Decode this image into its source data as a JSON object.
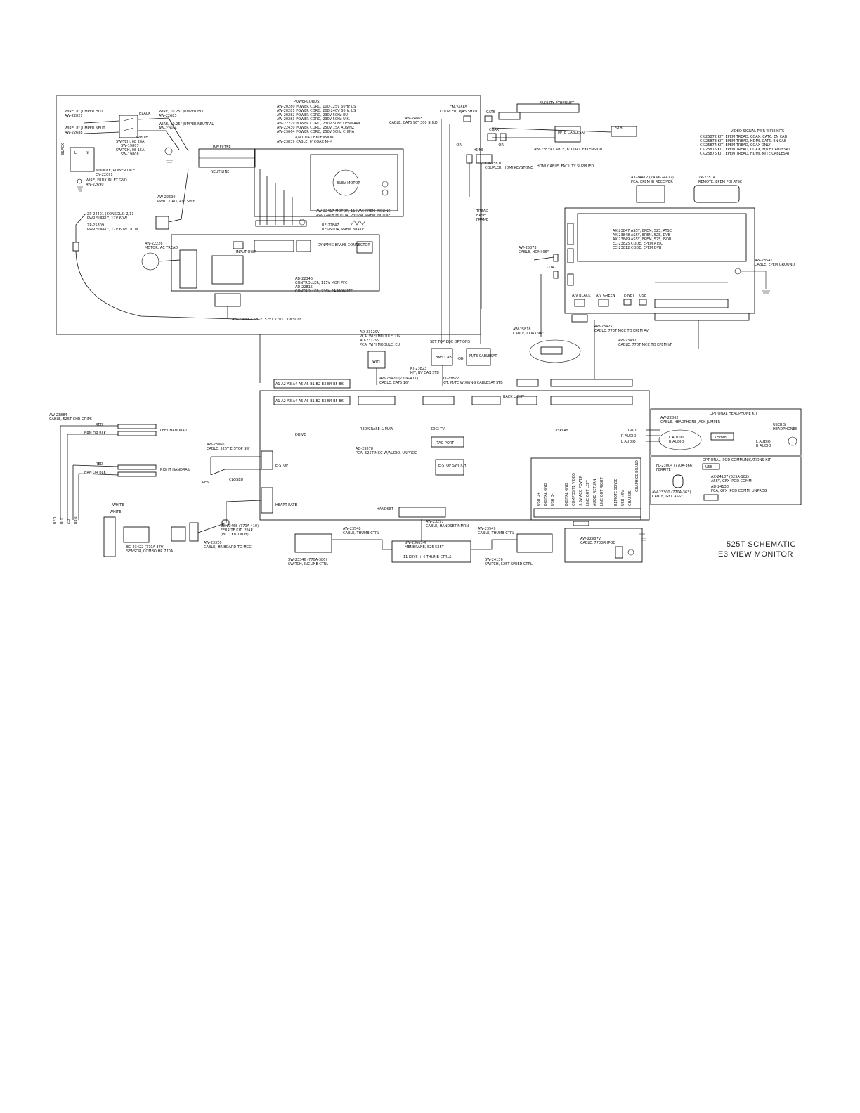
{
  "title": {
    "line1": "525T SCHEMATIC",
    "line2": "E3 VIEW MONITOR"
  },
  "powercords": {
    "heading": "POWERCORDS:",
    "items": [
      "AW-20280 POWER CORD, 100-125V 60Hz US",
      "AW-20281 POWER CORD, 208-240V 60Hz US",
      "AW-20282 POWER CORD, 230V 50Hz EU",
      "AW-20283 POWER CORD, 230V 50Hz U.K.",
      "AW-22229 POWER CORD, 230V 50Hz DENMARK",
      "AW-22430 POWER CORD, 250V 15A AUS/NZ",
      "AW-23664 POWER CORD, 250V 50Hz CHINA"
    ],
    "av_coax_heading": "A/V COAX EXTENSION",
    "av_coax_item": "AW-23839 CABLE, 6' COAX M-M"
  },
  "power_section": {
    "jumper_hot": [
      "WIRE, 8\" JUMPER HOT",
      "AW-22827"
    ],
    "jumper_neut": [
      "WIRE, 8\" JUMPER NEUT",
      "AW-22688"
    ],
    "jumper_hot_10": [
      "WIRE, 10.25\" JUMPER HOT",
      "AW-22683"
    ],
    "jumper_neutral_10": [
      "WIRE, 10.25\" JUMPER NEUTRAL",
      "AW-22684"
    ],
    "black": "BLACK",
    "white": "WHITE",
    "switch": [
      "SWITCH, 08 20A",
      "SW-19807",
      "SWITCH, 08 15A",
      "SW-19808"
    ],
    "module": [
      "MODULE, POWER INLET",
      "EN-22091"
    ],
    "inlet_gnd": [
      "WIRE, FRDX INLET GND",
      "AW-22690"
    ],
    "line_filter": "LINE FILTER",
    "neut_line": "NEUT LINE",
    "pwr_cord": [
      "AW-22690",
      "PWR CORD, ALS SPLY"
    ],
    "pwr_supply": [
      "ZP-24401 (CONSOLE) 2/11",
      "PWR SUPPLY, 12V 60W",
      "ZP-25809",
      "PWR SUPPLY, 12V 60W LIC M"
    ]
  },
  "motor_section": {
    "motor_tread": [
      "AW-22226",
      "MOTOR, AC TREAD"
    ],
    "elev_motor": "ELEV MOTOR",
    "incline_motors": [
      "AW-22417 MOTOR, 115VAC PREM INCLINE",
      "AW-22418 MOTOR, 230VAC PREM INCLINE"
    ],
    "resistor": [
      "RE-22847",
      "RESISTOR, PREM BRAKE"
    ],
    "input_label": "INPUT OWR",
    "dynamic_brake": "DYNAMIC BRAKE CONNECTOR",
    "controller": [
      "AD-22346",
      "CONTROLLER, 115V MON PFC",
      "AD-22815",
      "CONTROLLER, 230V 2A MON PFC"
    ],
    "console_cable": "AW-23666  CABLE, 525T 7701 CONSOLE"
  },
  "av_section": {
    "coupler_rj45": [
      "CN-24865",
      "COUPLER, RJ45 SHLD"
    ],
    "cable_cat6": [
      "AW-24865",
      "CABLE, CAT6 96\" 300 SHLD"
    ],
    "facility_ethernet": "FACILITY ETHERNET",
    "coax": "COAX",
    "hdmi": "HDMI",
    "or": "- OR -",
    "mte_cablesat": "M/TE CABLESAT",
    "stb": "STB",
    "coax_ext": "AW-23839 CABLE, 6' COAX EXTENSION",
    "hdmi_facility": "HDMI CABLE, FACILITY SUPPLIED",
    "coupler_hdmi": [
      "CN-25810",
      "COUPLER, HDMI KEYSTONE"
    ],
    "tread_frame": [
      "TREAD",
      "BASE",
      "FRAME"
    ]
  },
  "kits": {
    "heading": "VIDEO SIGNAL PWR WIRE KITS",
    "items": [
      "CK-25872 KIT, EPEM TREAD, COAX, CAT6, EN CAB",
      "CK-25873 KIT, EPEM TREAD, HDMI, CAT6, EN CAB",
      "CK-25874 KIT, EPEM TREAD, COAX ONLY",
      "CK-25875 KIT, EPEM TREAD, COAX, M/TE CABLESAT",
      "CK-25876 KIT, EPEM TREAD, HDMI, M/TE CABLESAT"
    ]
  },
  "receiver": [
    "AX-24412 (7AAX-24412)",
    "PCA, EPEM IR RECEIVER"
  ],
  "remote": [
    "ZP-23514",
    "REMOTE, EPEM POI ATSC"
  ],
  "epem_board": {
    "items": [
      "AX-23847 ASSY, EPEM, 525, ATSC",
      "AX-23848 ASSY, EPEM, 525, DVB",
      "AX-23849 ASSY, EPEM, 525, ISDB",
      "EC-23825 CODE, EPEM ATSC",
      "EC-23812 CODE, EPEM DVB"
    ],
    "ports": [
      "A/V BLACK",
      "A/V GREEN",
      "E-NET",
      "USB"
    ],
    "hdmi_cable": [
      "AW-25873",
      "CABLE, HDMI 96\""
    ],
    "ground_cable": [
      "AW-23541",
      "CABLE, EPEM GROUND"
    ],
    "coax_cable": [
      "AW-25818",
      "CABLE, COAX 96\""
    ],
    "mcc_cable_1": [
      "AW-23425",
      "CABLE, 770T MCC TO EPEM AV"
    ],
    "mcc_cable_2": [
      "AW-23437",
      "CABLE, 770T MCC TO EPEM I/F"
    ]
  },
  "wifi": {
    "items": [
      "AD-23129V",
      "PCA, WIFI MODULE, US",
      "AD-23129V",
      "PCA, WIFI MODULE, EU"
    ],
    "label": "WIFI",
    "cable": [
      "AW-23470 (770A-411)",
      "CABLE, CAT5 16\""
    ]
  },
  "stb_options": {
    "heading": "SET TOP BOX OPTIONS",
    "bms": "BMS CAB",
    "or": "-OR-",
    "mte": "M/TE CABLESAT",
    "kit_cab": [
      "KT-23823",
      "KIT, BV CAB STB"
    ],
    "kit_mte": [
      "KT-23822",
      "KIT, M/TE WIXWNG CABLESAT STB"
    ]
  },
  "main_board": {
    "name": [
      "AD-23878",
      "PCA, 525T MCC W/AUDIO, UNPROG"
    ],
    "connectors": [
      "A1",
      "A2",
      "A3",
      "A4",
      "A5",
      "A6",
      "B1",
      "B2",
      "B3",
      "B4",
      "B5",
      "B6"
    ],
    "groups": [
      "DRIVE",
      "RED/CRASE & MAW",
      "DIGI TV",
      "DISPLAY"
    ],
    "jtag": "JTAG PORT",
    "estop_switch": "E-STOP SWITCH",
    "estop": "E-STOP",
    "heart_rate": "HEART RATE",
    "handset": "HANDSET",
    "backlight": "BACK LIGHT",
    "graphics_board": "GRAPHICS BOARD"
  },
  "left_section": {
    "chr_grips": [
      "AW-23884",
      "CABLE, 525T CHR GRIPS"
    ],
    "left_handrail": "LEFT HANDRAIL",
    "right_handrail": "RIGHT HANDRAIL",
    "red": "RED",
    "brn": "BRN OR BLK",
    "estop_cable": [
      "AW-23866",
      "CABLE, 525T E-STOP SW"
    ],
    "open": "OPEN",
    "closed": "CLOSED",
    "ferrite": [
      "EC-23468 (770A-410)",
      "FERRITE KIT, 2PAR",
      "(PICO KIT ONLY)"
    ],
    "hr_cable": [
      "AW-23350",
      "CABLE, HR BOARD TO MCC"
    ],
    "sensor": [
      "EC-23422 (770A-379)",
      "SENSOR, COMBO HR 770A"
    ],
    "white": "WHITE"
  },
  "headphone_kit": {
    "heading": "OPTIONAL HEADPHONE KIT",
    "cable": [
      "AW-22862",
      "CABLE, HEADPHONE JACK JUMPER"
    ],
    "users": [
      "USER'S",
      "HEADPHONES"
    ],
    "size": "3.5mm",
    "left": "L AUDIO",
    "right": "R AUDIO",
    "gnd": "GND"
  },
  "ipod_kit": {
    "heading": "OPTIONAL IPOD COMMUNICATIONS KIT",
    "usb": "USB",
    "ferrite": [
      "FL-23004 (770A-366)",
      "FERRITE"
    ],
    "assy": [
      "AX-24137 (525A-102)",
      "ASSY, GFX IPOD COMM",
      "AD-24138",
      "PCA, GFX IPOD COMM, UNPROG"
    ],
    "cable_gfx": [
      "AW-23300 (770A-363)",
      "CABLE, GFX ASSY"
    ],
    "cable_ipod": [
      "AW-22987V",
      "CABLE, 770GR IPOD"
    ],
    "pins": [
      "USB D+",
      "DIGITAL GND",
      "USB D-",
      "",
      "DIGITAL GND",
      "COMPOSITE VIDEO",
      "3.3V ACC POWER",
      "LINE OUT LEFT",
      "AUDIO RETURN",
      "LINE OUT RIGHT",
      "",
      "REMOTE SENSE",
      "USB +5V",
      "CHASSIS"
    ]
  },
  "handset_section": {
    "cable_handset": [
      "AW-23297",
      "CABLE, HANDSET MMRN"
    ],
    "thumb_ctrl_1": [
      "AW-23548",
      "CABLE, THUMB CTRL"
    ],
    "thumb_ctrl_2": [
      "AW-23549",
      "CABLE, THUMB CTRL"
    ],
    "membrane": [
      "SW-23665-X",
      "MEMBRANE, 525 525T"
    ],
    "keys": "11 KEYS + 4 THUMB CTRLS",
    "switch_incline": [
      "SW-23346 (770A-386)",
      "SWITCH, INCLINE CTRL"
    ],
    "switch_speed": [
      "SW-24136",
      "SWITCH, 525T SPEED CTRL"
    ]
  }
}
